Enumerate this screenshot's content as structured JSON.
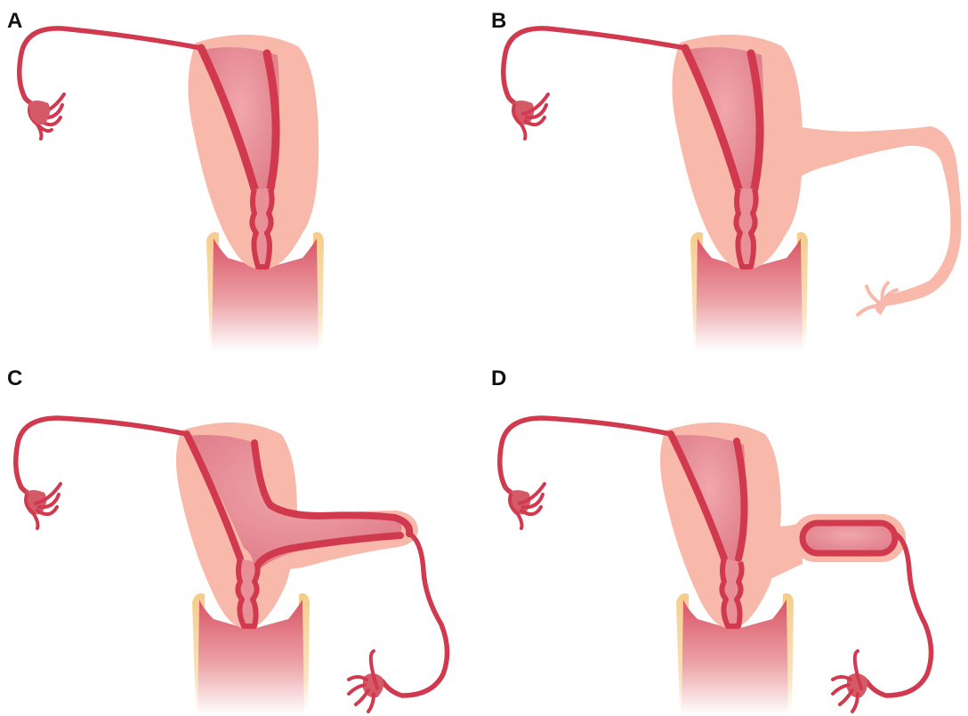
{
  "panels": [
    {
      "letter": "A",
      "variant": "normal-with-left-tube"
    },
    {
      "letter": "B",
      "variant": "non-communicating-solid-horn"
    },
    {
      "letter": "C",
      "variant": "communicating-horn"
    },
    {
      "letter": "D",
      "variant": "non-communicating-cavitated-horn"
    }
  ],
  "colors": {
    "tissue": "#f8b9ab",
    "tissue_dark": "#f2a596",
    "wall": "#d13a4e",
    "wall_dark": "#b52a3f",
    "cavity": "#e98f97",
    "cavity_light": "#f4b2b4",
    "vagina_rim": "#f5cd8c"
  }
}
